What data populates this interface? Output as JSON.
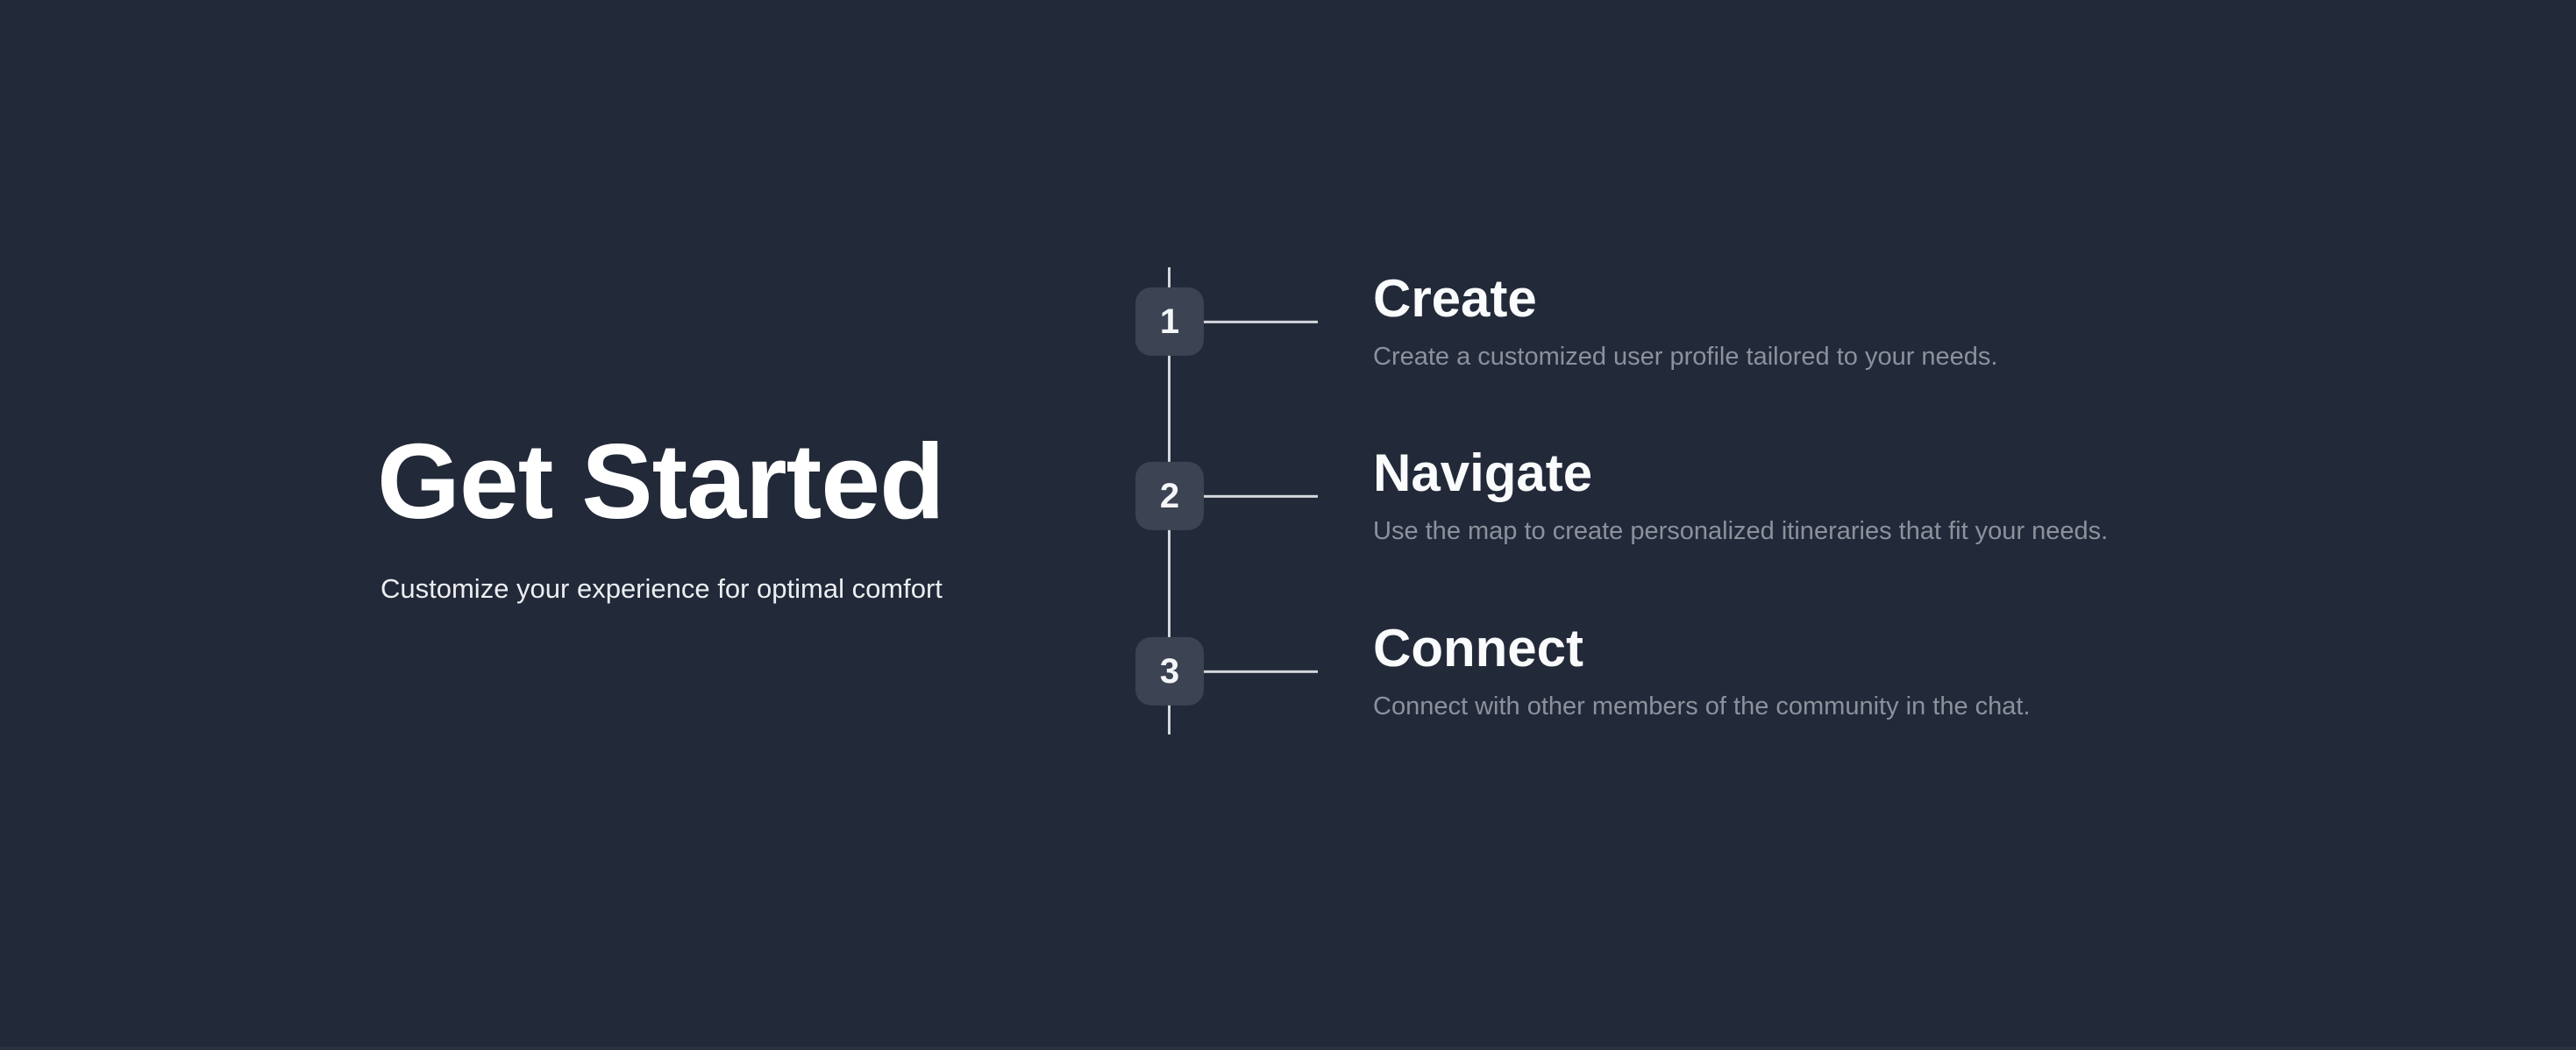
{
  "colors": {
    "bg": "#222938",
    "badge-bg": "#3c4353",
    "line": "#d4d7dc",
    "title": "#ffffff",
    "subtitle": "#eceef1",
    "step-title": "#fafbfc",
    "step-desc": "#8c919c",
    "footer-strip": "#2b3140"
  },
  "intro": {
    "title": "Get Started",
    "subtitle": "Customize your experience for optimal comfort"
  },
  "steps": [
    {
      "number": "1",
      "title": "Create",
      "description": "Create a customized user profile tailored to your needs."
    },
    {
      "number": "2",
      "title": "Navigate",
      "description": "Use the map to create personalized itineraries that fit your needs."
    },
    {
      "number": "3",
      "title": "Connect",
      "description": "Connect with other members of the community in the chat."
    }
  ]
}
